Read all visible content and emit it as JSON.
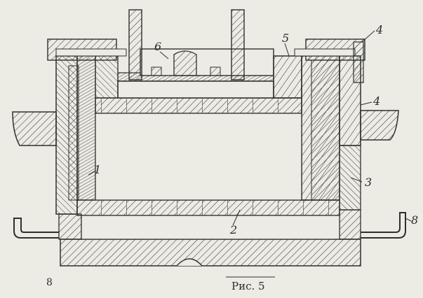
{
  "labels": {
    "l1": "1",
    "l2": "2",
    "l3": "3",
    "l4": "4",
    "l4_top": "4",
    "l5": "5",
    "l6": "6",
    "l8": "8"
  },
  "caption": "Рис. 5",
  "page_number": "8",
  "colors": {
    "paper": "#ecebe4",
    "ink": "#2f2f2f"
  }
}
